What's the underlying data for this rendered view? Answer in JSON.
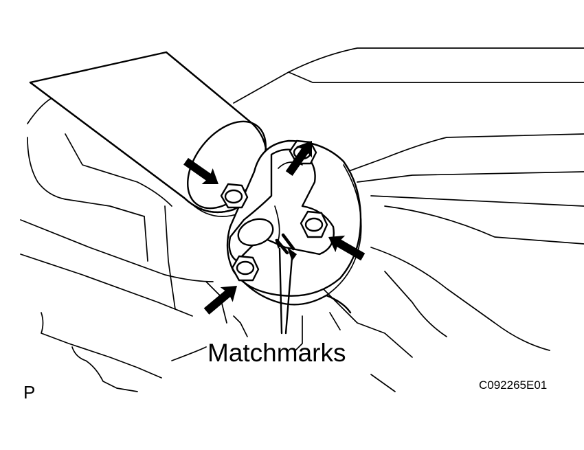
{
  "labels": {
    "callout": "Matchmarks",
    "view_letter": "P",
    "figure_code": "C092265E01"
  },
  "colors": {
    "ink": "#000000",
    "paper": "#ffffff"
  }
}
